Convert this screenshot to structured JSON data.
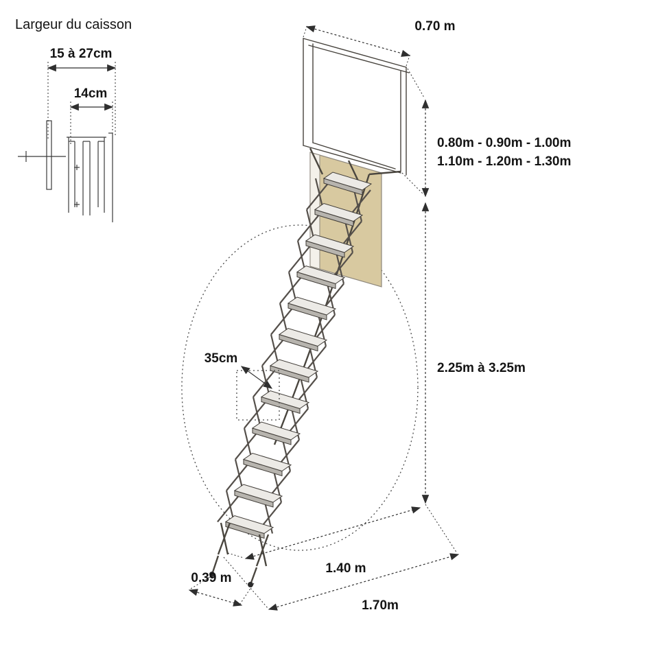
{
  "detail": {
    "title": "Largeur du caisson",
    "outer_width": "15 à 27cm",
    "inner_width": "14cm"
  },
  "main": {
    "hatch_width": "0.70 m",
    "hatch_lengths_line1": "0.80m - 0.90m - 1.00m",
    "hatch_lengths_line2": "1.10m - 1.20m - 1.30m",
    "ceiling_height": "2.25m à 3.25m",
    "step_width": "35cm",
    "ladder_foot_width": "0.39 m",
    "floor_distance": "1.40 m",
    "swing_clearance": "1.70m"
  },
  "diagram": {
    "step_count": 12
  },
  "colors": {
    "line": "#46423c",
    "door_panel": "#d8c9a0",
    "door_panel_edge": "#f4f1ea",
    "text": "#141414"
  }
}
